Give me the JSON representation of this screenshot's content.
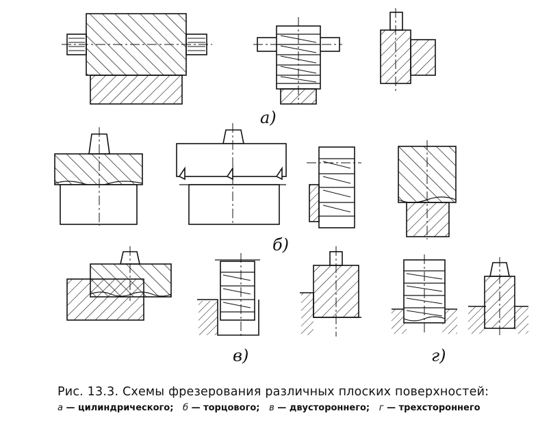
{
  "panel_labels": {
    "a": "а)",
    "b": "б)",
    "v": "в)",
    "g": "г)"
  },
  "caption": {
    "title": "Рис. 13.3. Схемы фрезерования различных плоских поверхностей:",
    "items": [
      {
        "letter": "а",
        "text": "— цилиндрического;"
      },
      {
        "letter": "б",
        "text": "— торцового;"
      },
      {
        "letter": "в",
        "text": "— двустороннего;"
      },
      {
        "letter": "г",
        "text": "— трехстороннего"
      }
    ]
  }
}
